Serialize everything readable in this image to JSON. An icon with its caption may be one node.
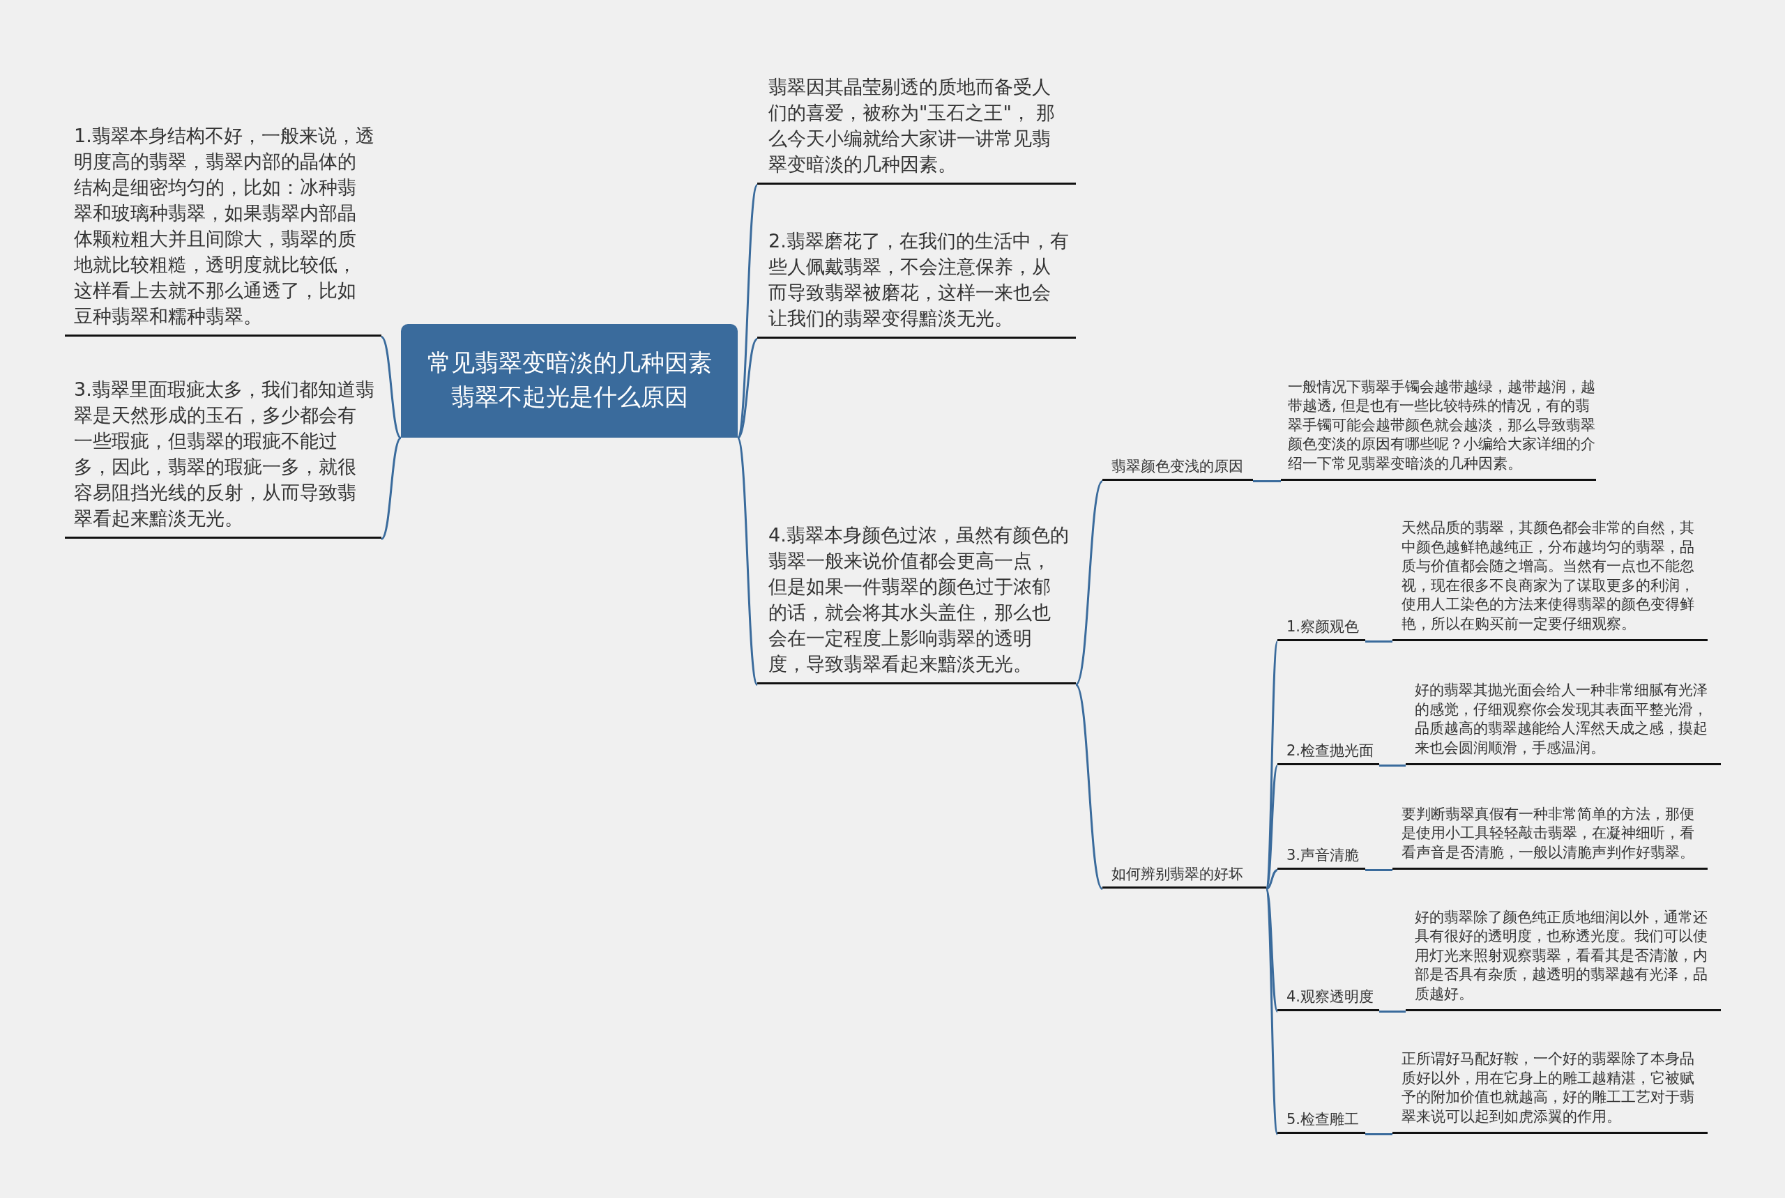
{
  "diagram": {
    "nodes": [
      {
        "text": [
          "常见翡翠变暗淡的几种因素翡翠不起光是什么原因"
        ]
      },
      {
        "text": [
          "翡翠因其晶莹剔透的质地而备受人们的喜爱，被称为\"玉石之王\"， 那么今天小编就给大家讲一讲常见翡翠变暗淡的几种因素。"
        ]
      },
      {
        "text": [
          "2.翡翠磨花了，在我们的生活中，有些人佩戴翡翠，不会注意保养，从而导致翡翠被磨花，这样一来也会让我们的翡翠变得黯淡无光。"
        ]
      },
      {
        "text": [
          "4.翡翠本身颜色过浓，虽然有颜色的翡翠一般来说价值都会更高一点，但是如果一件翡翠的颜色过于浓郁的话，就会将其水头盖住，那么也会在一定程度上影响翡翠的透明度，导致翡翠看起来黯淡无光。"
        ]
      },
      {
        "text": [
          "1.翡翠本身结构不好，一般来说，透明度高的翡翠，翡翠内部的晶体的结构是细密均匀的，比如：冰种翡翠和玻璃种翡翠，如果翡翠内部晶体颗粒粗大并且间隙大，翡翠的质地就比较粗糙，透明度就比较低，这样看上去就不那么通透了，比如豆种翡翠和糯种翡翠。"
        ]
      },
      {
        "text": [
          "3.翡翠里面瑕疵太多，我们都知道翡翠是天然形成的玉石，多少都会有一些瑕疵，但翡翠的瑕疵不能过多，因此，翡翠的瑕疵一多，就很容易阻挡光线的反射，从而导致翡翠看起来黯淡无光。"
        ]
      },
      {
        "text": [
          "翡翠颜色变浅的原因"
        ]
      },
      {
        "text": [
          "一般情况下翡翠手镯会越带越绿，越带越润，越带越透, 但是也有一些比较特殊的情况，有的翡翠手镯可能会越带颜色就会越淡，那么导致翡翠颜色变淡的原因有哪些呢？小编给大家详细的介绍一下常见翡翠变暗淡的几种因素。"
        ]
      },
      {
        "text": [
          "如何辨别翡翠的好坏"
        ]
      },
      {
        "text": [
          "1.察颜观色"
        ]
      },
      {
        "text": [
          "天然品质的翡翠，其颜色都会非常的自然，其中颜色越鲜艳越纯正，分布越均匀的翡翠，品质与价值都会随之增高。当然有一点也不能忽视，现在很多不良商家为了谋取更多的利润，使用人工染色的方法来使得翡翠的颜色变得鲜艳，所以在购买前一定要仔细观察。"
        ]
      },
      {
        "text": [
          "2.检查抛光面"
        ]
      },
      {
        "text": [
          "好的翡翠其抛光面会给人一种非常细腻有光泽的感觉，仔细观察你会发现其表面平整光滑，品质越高的翡翠越能给人浑然天成之感，摸起来也会圆润顺滑，手感温润。"
        ]
      },
      {
        "text": [
          "3.声音清脆"
        ]
      },
      {
        "text": [
          "要判断翡翠真假有一种非常简单的方法，那便是使用小工具轻轻敲击翡翠，在凝神细听，看看声音是否清脆，一般以清脆声判作好翡翠。"
        ]
      },
      {
        "text": [
          "4.观察透明度"
        ]
      },
      {
        "text": [
          "好的翡翠除了颜色纯正质地细润以外，通常还具有很好的透明度，也称透光度。我们可以使用灯光来照射观察翡翠，看看其是否清澈，内部是否具有杂质，越透明的翡翠越有光泽，品质越好。"
        ]
      },
      {
        "text": [
          "5.检查雕工"
        ]
      },
      {
        "text": [
          "正所谓好马配好鞍，一个好的翡翠除了本身品质好以外，用在它身上的雕工越精湛，它被赋予的附加价值也就越高，好的雕工工艺对于翡翠来说可以起到如虎添翼的作用。"
        ]
      }
    ],
    "edges": [
      {
        "from": 0,
        "to": 1,
        "arrow": "none"
      },
      {
        "from": 0,
        "to": 2,
        "arrow": "none"
      },
      {
        "from": 0,
        "to": 3,
        "arrow": "none"
      },
      {
        "from": 0,
        "to": 4,
        "arrow": "none"
      },
      {
        "from": 0,
        "to": 5,
        "arrow": "none"
      },
      {
        "from": 3,
        "to": 6,
        "arrow": "none"
      },
      {
        "from": 3,
        "to": 8,
        "arrow": "none"
      },
      {
        "from": 6,
        "to": 7,
        "arrow": "none"
      },
      {
        "from": 8,
        "to": 9,
        "arrow": "none"
      },
      {
        "from": 8,
        "to": 11,
        "arrow": "none"
      },
      {
        "from": 8,
        "to": 13,
        "arrow": "none"
      },
      {
        "from": 8,
        "to": 15,
        "arrow": "none"
      },
      {
        "from": 8,
        "to": 17,
        "arrow": "none"
      },
      {
        "from": 9,
        "to": 10,
        "arrow": "none"
      },
      {
        "from": 11,
        "to": 12,
        "arrow": "none"
      },
      {
        "from": 13,
        "to": 14,
        "arrow": "none"
      },
      {
        "from": 15,
        "to": 16,
        "arrow": "none"
      },
      {
        "from": 17,
        "to": 18,
        "arrow": "none"
      }
    ]
  }
}
